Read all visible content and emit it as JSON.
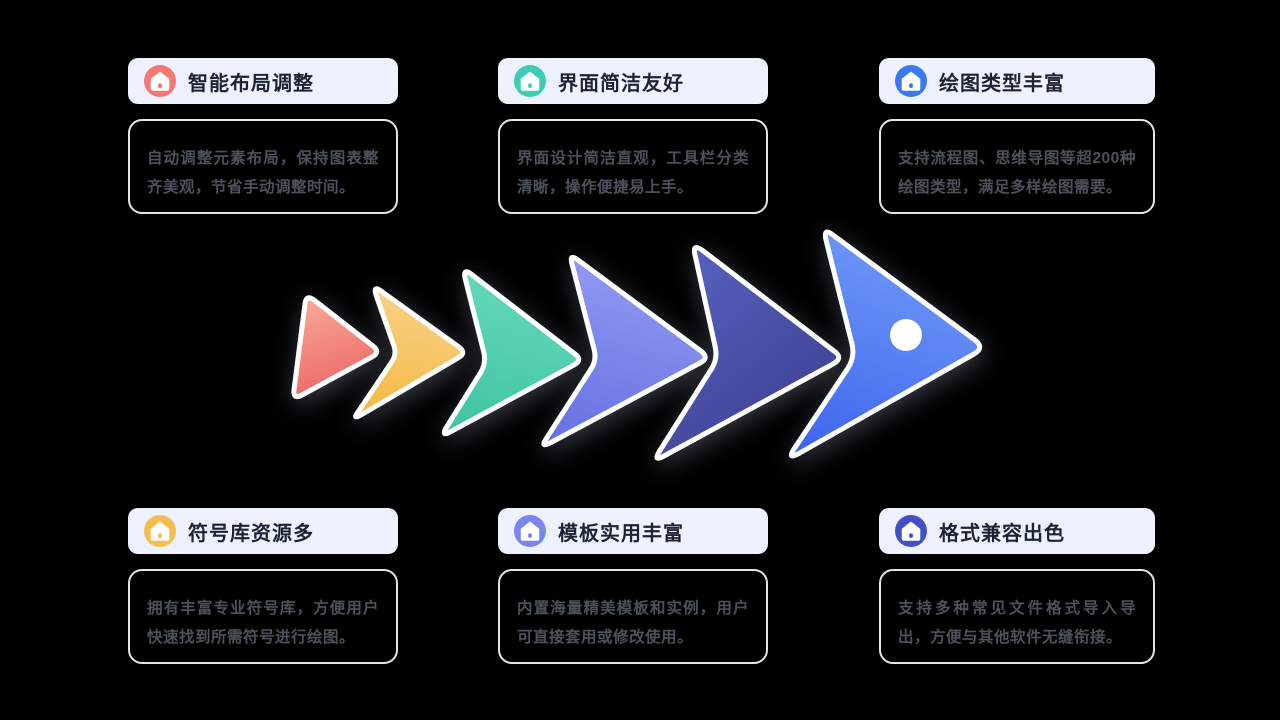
{
  "canvas": {
    "background": "#000000",
    "card_header_bg": "#EEF2FE",
    "card_border": "#E2E4E8",
    "title_color": "#1C2333",
    "desc_color": "#4C525B"
  },
  "features": [
    {
      "title": "智能布局调整",
      "description": "自动调整元素布局，保持图表整齐美观，节省手动调整时间。",
      "icon": "home-icon",
      "icon_color": "#F77670"
    },
    {
      "title": "界面简洁友好",
      "description": "界面设计简洁直观，工具栏分类清晰，操作便捷易上手。",
      "icon": "home-icon",
      "icon_color": "#3CCDB4"
    },
    {
      "title": "绘图类型丰富",
      "description": "支持流程图、思维导图等超200种绘图类型，满足多样绘图需要。",
      "icon": "home-icon",
      "icon_color": "#3B78F2"
    },
    {
      "title": "符号库资源多",
      "description": "拥有丰富专业符号库，方便用户快速找到所需符号进行绘图。",
      "icon": "home-icon",
      "icon_color": "#F6BE4F"
    },
    {
      "title": "模板实用丰富",
      "description": "内置海量精美模板和实例，用户可直接套用或修改使用。",
      "icon": "home-icon",
      "icon_color": "#7B85EE"
    },
    {
      "title": "格式兼容出色",
      "description": "支持多种常见文件格式导入导出，方便与其他软件无缝衔接。",
      "icon": "home-icon",
      "icon_color": "#4150C6"
    }
  ],
  "arrows": {
    "outline_color": "#FFFFFF",
    "dot_color": "#FFFFFF",
    "items": [
      {
        "name": "step-1",
        "color_from": "#F9AB99",
        "color_to": "#ED6A68"
      },
      {
        "name": "step-2",
        "color_from": "#F8D084",
        "color_to": "#F3B93E"
      },
      {
        "name": "step-3",
        "color_from": "#63D8B9",
        "color_to": "#3EC3A3"
      },
      {
        "name": "step-4",
        "color_from": "#8F98F1",
        "color_to": "#6570E2"
      },
      {
        "name": "step-5",
        "color_from": "#5A64C4",
        "color_to": "#3C4090"
      },
      {
        "name": "step-6",
        "color_from": "#6C97F6",
        "color_to": "#3E63EE"
      }
    ]
  }
}
